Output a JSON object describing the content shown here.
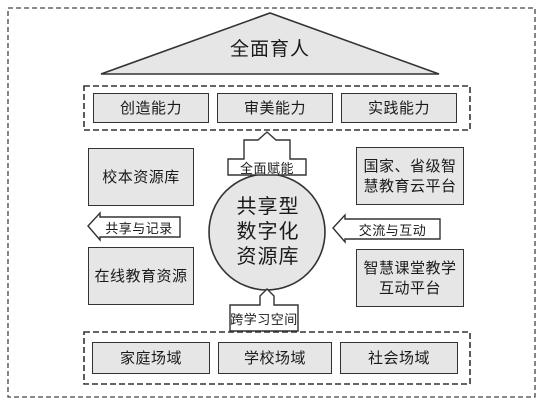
{
  "top": {
    "title": "全面育人",
    "abilities": [
      "创造能力",
      "审美能力",
      "实践能力"
    ]
  },
  "center": {
    "lines": [
      "共享型",
      "数字化",
      "资源库"
    ]
  },
  "arrows": {
    "up": "全面赋能",
    "left": "共享与记录",
    "right": "交流与互动",
    "down": "跨学习空间"
  },
  "left_boxes": [
    "校本资源库",
    "在线教育资源"
  ],
  "right_boxes": [
    [
      "国家、省级智",
      "慧教育云平台"
    ],
    [
      "智慧课堂教学",
      "互动平台"
    ]
  ],
  "bottom": {
    "scenes": [
      "家庭场域",
      "学校场域",
      "社会场域"
    ]
  },
  "colors": {
    "box_fill": "#e6e6e6",
    "roof_fill": "#e6e6e6",
    "line": "#333333"
  }
}
